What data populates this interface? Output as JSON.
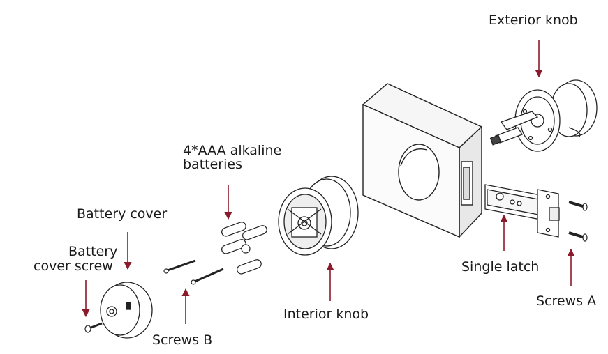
{
  "labels": {
    "exterior_knob": "Exterior knob",
    "batteries_line1": "4*AAA alkaline",
    "batteries_line2": "batteries",
    "battery_cover": "Battery cover",
    "battery_cover_screw_line1": "Battery",
    "battery_cover_screw_line2": "cover screw",
    "screws_b": "Screws B",
    "interior_knob": "Interior knob",
    "single_latch": "Single latch",
    "screws_a": "Screws A"
  },
  "colors": {
    "arrow": "#8b1a2b",
    "line": "#222222",
    "door_fill": "#f4f4f4"
  }
}
